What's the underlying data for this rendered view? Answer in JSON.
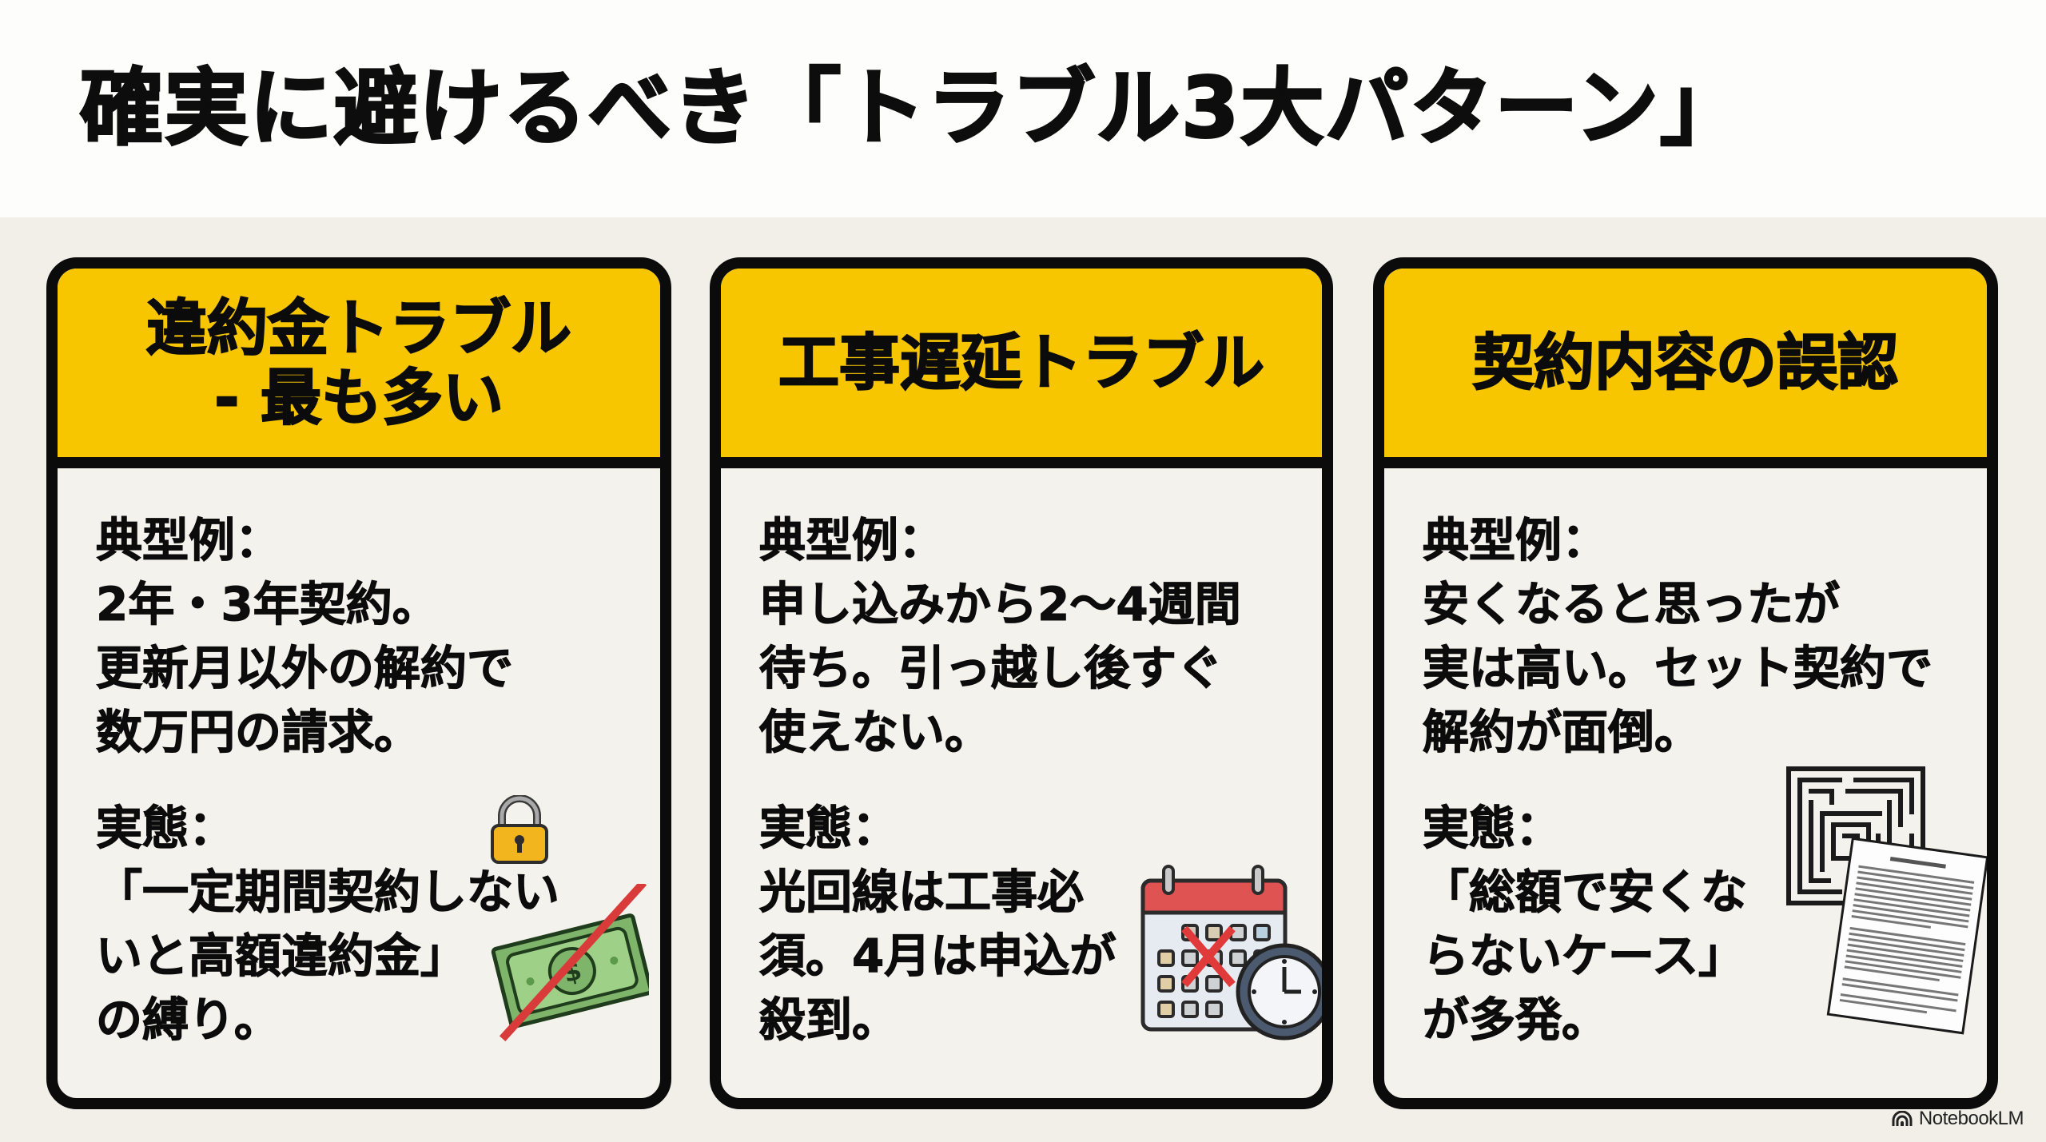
{
  "slide": {
    "title": "確実に避けるべき「トラブル3大パターン」",
    "colors": {
      "header_yellow": "#f7c600",
      "border_black": "#0b0b0b",
      "background": "#f2efe8",
      "title_band": "#fdfdfc",
      "card_body": "#f4f2ec"
    }
  },
  "cards": [
    {
      "header_lines": [
        "違約金トラブル",
        "- 最も多い"
      ],
      "example_label": "典型例：",
      "example_lines": [
        "2年・3年契約。",
        "更新月以外の解約で",
        "数万円の請求。"
      ],
      "reality_label": "実態：",
      "reality_lines": [
        "「一定期間契約しない",
        "いと高額違約金」",
        "の縛り。"
      ],
      "icons": [
        "padlock-icon",
        "crossed-out-banknote-icon"
      ]
    },
    {
      "header_lines": [
        "工事遅延トラブル"
      ],
      "example_label": "典型例：",
      "example_lines": [
        "申し込みから2〜4週間",
        "待ち。引っ越し後すぐ",
        "使えない。"
      ],
      "reality_label": "実態：",
      "reality_lines": [
        "光回線は工事必",
        "須。4月は申込が",
        "殺到。"
      ],
      "icons": [
        "calendar-x-icon",
        "clock-icon"
      ]
    },
    {
      "header_lines": [
        "契約内容の誤認"
      ],
      "example_label": "典型例：",
      "example_lines": [
        "安くなると思ったが",
        "実は高い。セット契約で",
        "解約が面倒。"
      ],
      "reality_label": "実態：",
      "reality_lines": [
        "「総額で安くな",
        "らないケース」",
        "が多発。"
      ],
      "icons": [
        "maze-icon",
        "contract-document-icon"
      ]
    }
  ],
  "watermark": {
    "label": "NotebookLM",
    "icon": "notebooklm-logo-icon"
  }
}
